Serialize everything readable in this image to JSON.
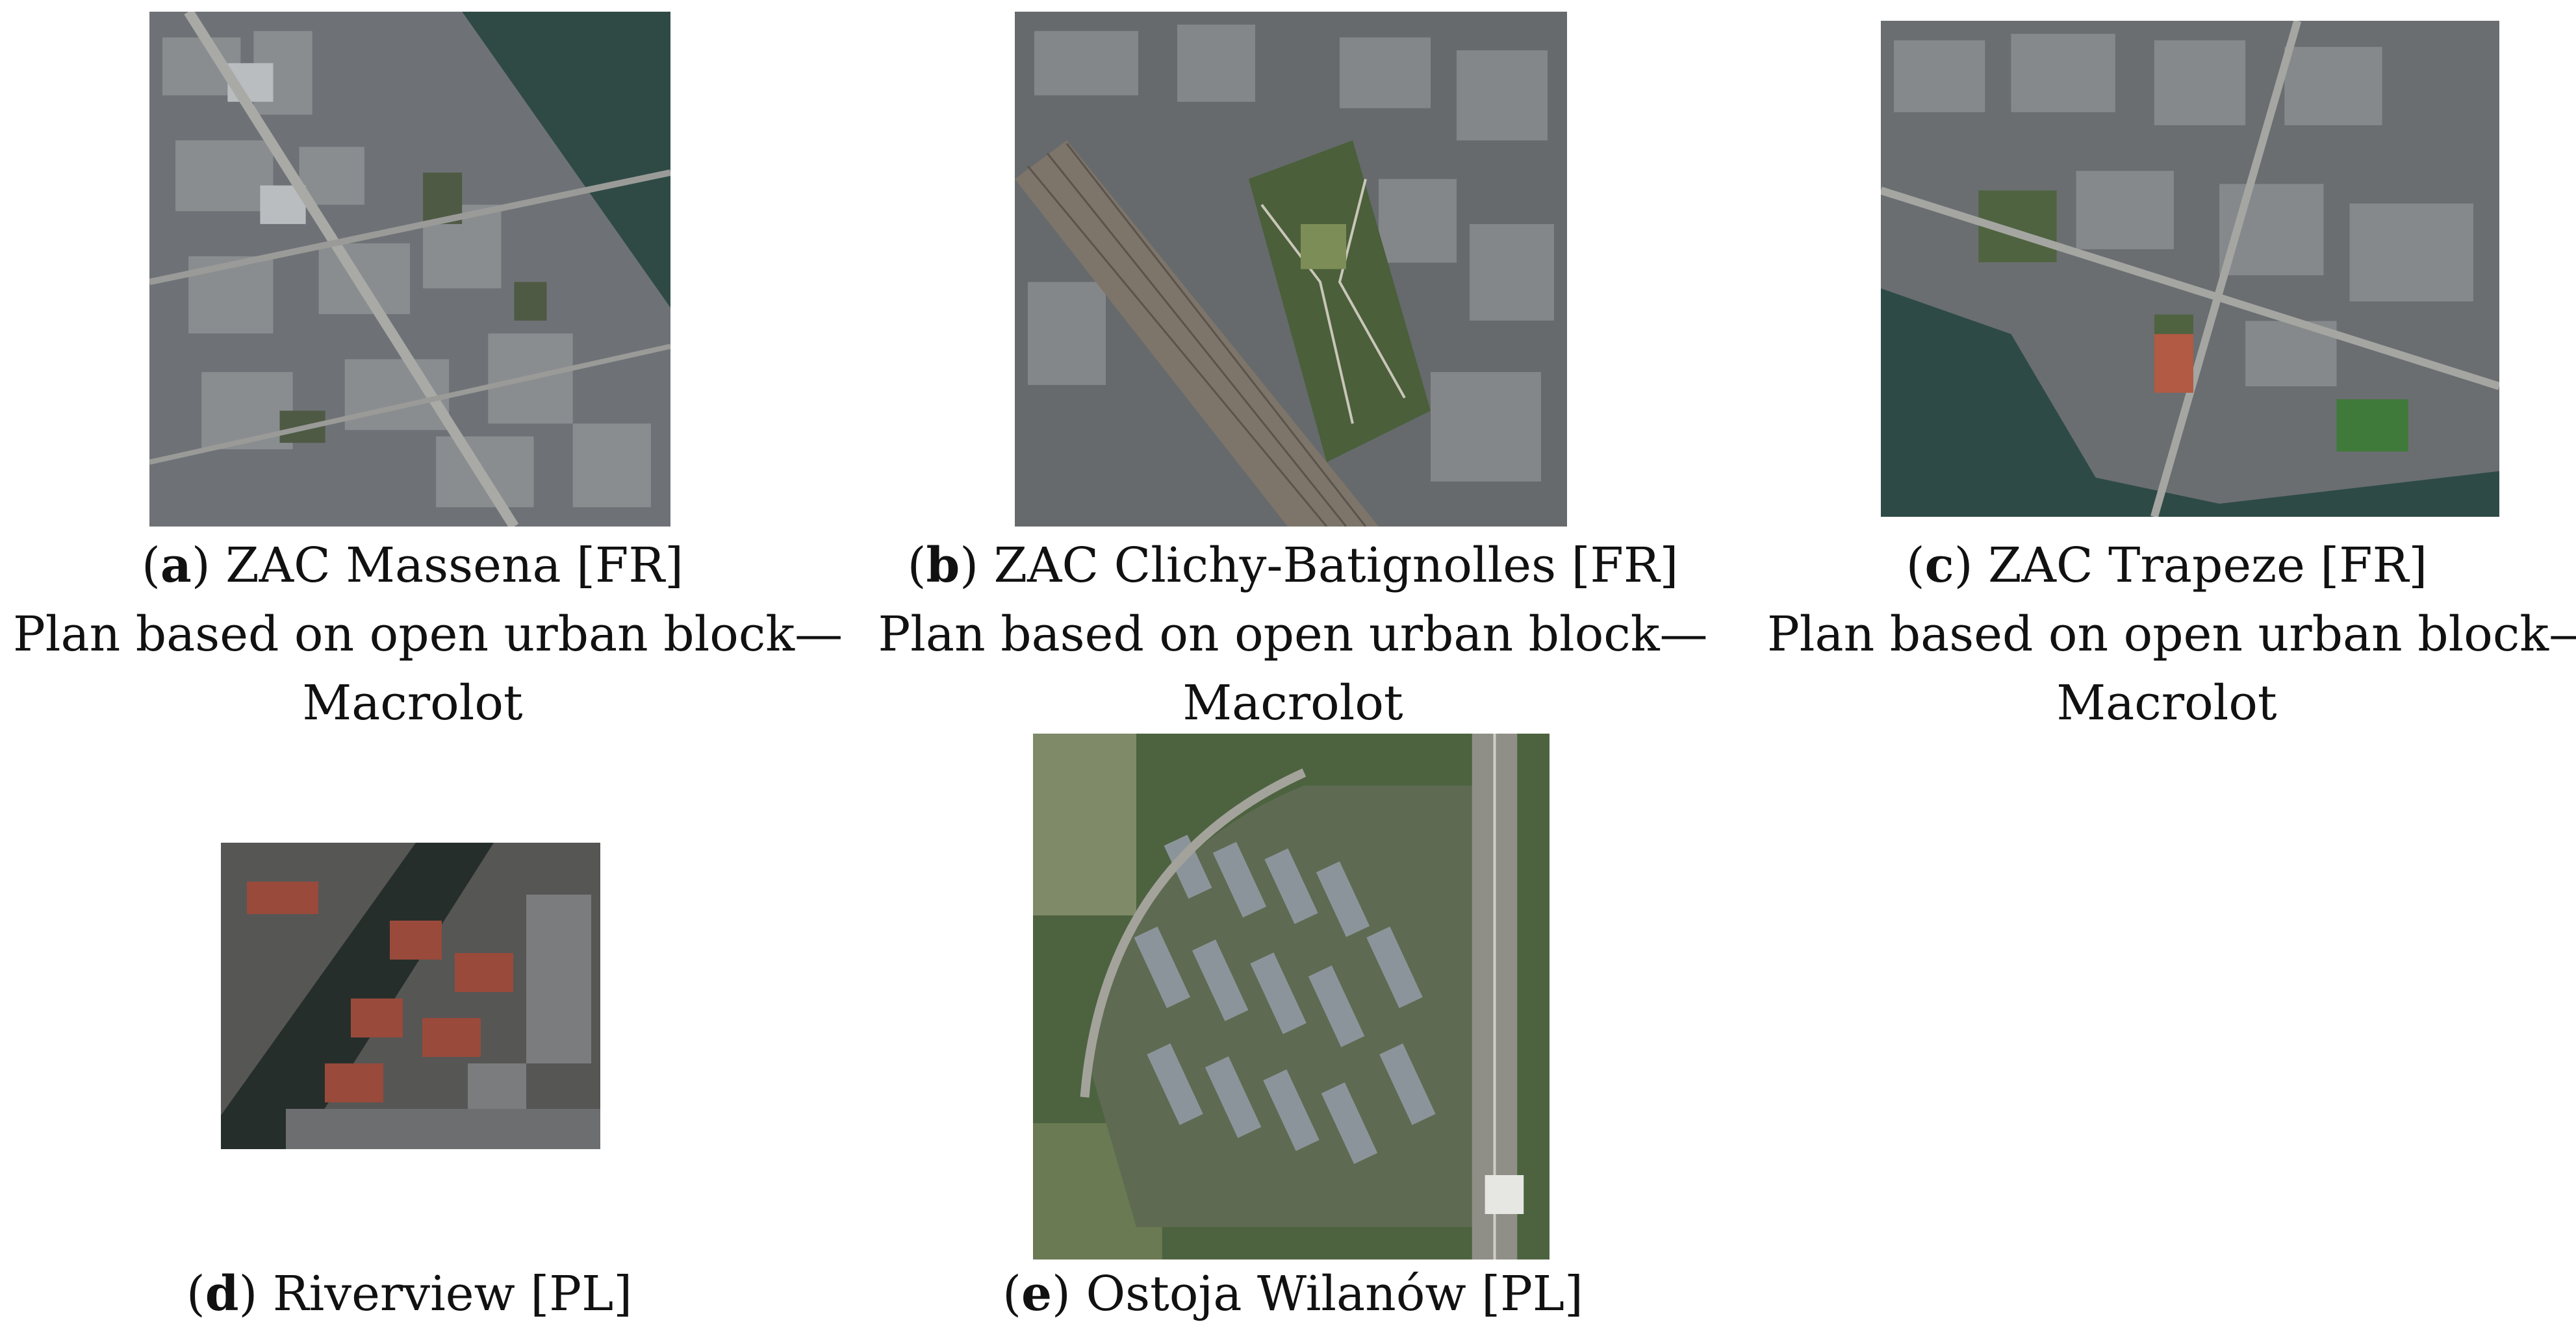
{
  "panels": [
    {
      "letter": "a",
      "title": "ZAC Massena [FR]",
      "desc_line1": "Plan based on open urban block—",
      "desc_line2": "Macrolot"
    },
    {
      "letter": "b",
      "title": "ZAC Clichy-Batignolles [FR]",
      "desc_line1": "Plan based on open urban block—",
      "desc_line2": "Macrolot"
    },
    {
      "letter": "c",
      "title": "ZAC Trapeze [FR]",
      "desc_line1": "Plan based on open urban block—",
      "desc_line2": "Macrolot"
    },
    {
      "letter": "d",
      "title": "Riverview [PL]"
    },
    {
      "letter": "e",
      "title": "Ostoja Wilanów [PL]"
    }
  ],
  "colors": {
    "urban_gray": "#6f7478",
    "river": "#2f4a44",
    "greenery": "#3f5a35",
    "roof_red": "#9a4a3a"
  }
}
